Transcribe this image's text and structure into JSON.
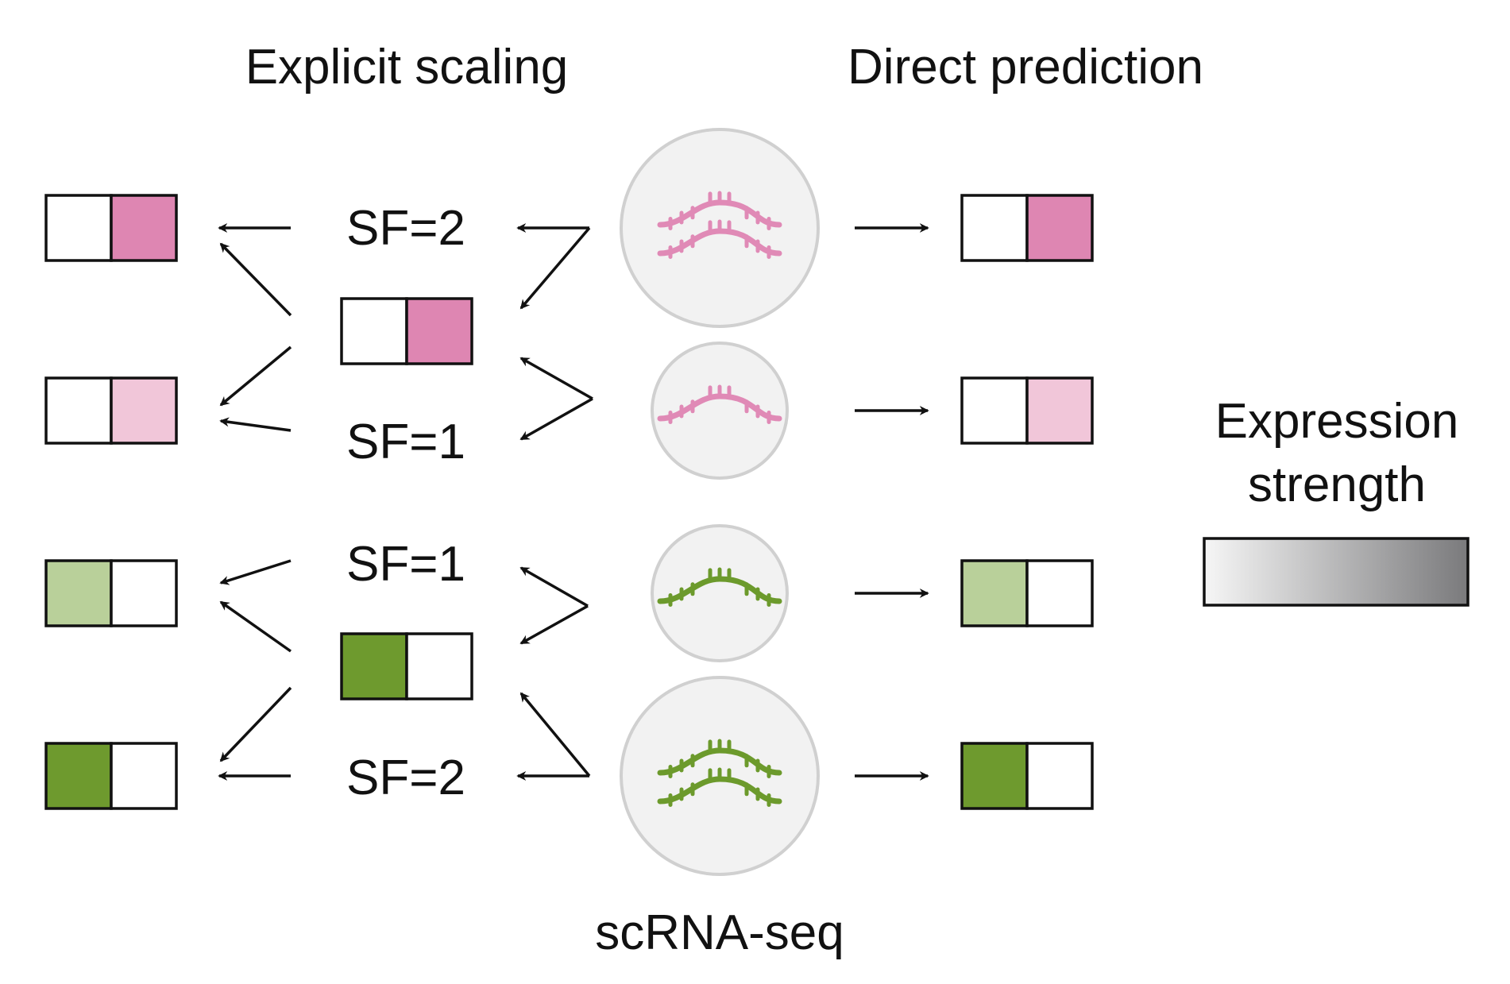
{
  "titles": {
    "left": "Explicit scaling",
    "right": "Direct prediction"
  },
  "scale_factors": [
    "SF=2",
    "SF=1",
    "SF=1",
    "SF=2"
  ],
  "source_label": "scRNA-seq",
  "legend": {
    "title_line1": "Expression",
    "title_line2": "strength",
    "gradient_from": "#f6f6f6",
    "gradient_to": "#7a7a7c"
  },
  "colors": {
    "pink_strong": "#de86b2",
    "pink_light": "#f1c6d9",
    "green_strong": "#6e9a2e",
    "green_light": "#b9d09a",
    "pink_rna": "#e08ab6",
    "green_rna": "#6c9a2c"
  },
  "cells": [
    {
      "name": "pink-cell-two-rna",
      "rna_color": "pink_rna",
      "rna_count": 2
    },
    {
      "name": "pink-cell-one-rna",
      "rna_color": "pink_rna",
      "rna_count": 1
    },
    {
      "name": "green-cell-one-rna",
      "rna_color": "green_rna",
      "rna_count": 1
    },
    {
      "name": "green-cell-two-rna",
      "rna_color": "green_rna",
      "rna_count": 2
    }
  ],
  "expression_boxes": {
    "explicit_outputs": [
      {
        "left": "white",
        "right": "pink_strong"
      },
      {
        "left": "white",
        "right": "pink_light"
      },
      {
        "left": "green_light",
        "right": "white"
      },
      {
        "left": "green_strong",
        "right": "white"
      }
    ],
    "explicit_intermediates": [
      {
        "left": "white",
        "right": "pink_strong"
      },
      {
        "left": "green_strong",
        "right": "white"
      }
    ],
    "direct_outputs": [
      {
        "left": "white",
        "right": "pink_strong"
      },
      {
        "left": "white",
        "right": "pink_light"
      },
      {
        "left": "green_light",
        "right": "white"
      },
      {
        "left": "green_strong",
        "right": "white"
      }
    ]
  }
}
